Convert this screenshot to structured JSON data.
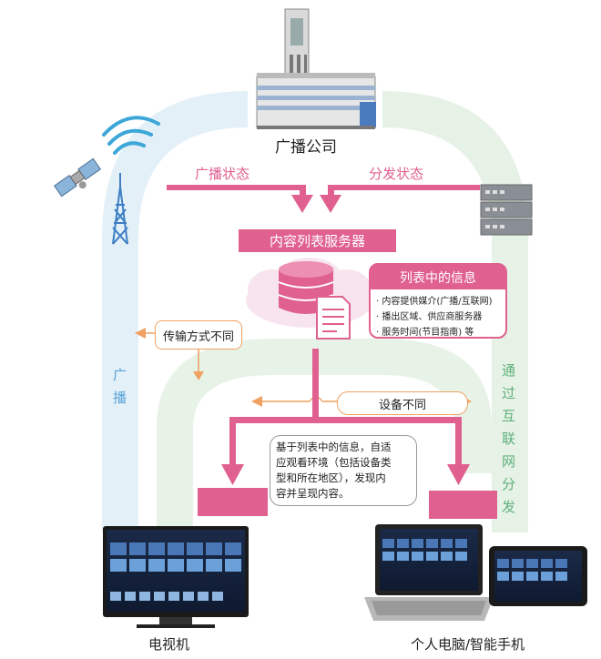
{
  "labels": {
    "broadcaster": "广播公司",
    "broadcast_status": "广播状态",
    "distribution_status": "分发状态",
    "server": "内容列表服务器",
    "info_title": "列表中的信息",
    "info_items": [
      "· 内容提供媒介(广播/互联网)",
      "· 播出区域、供应商服务器",
      "· 服务时间(节目指南) 等"
    ],
    "transmission_diff": "传输方式不同",
    "device_diff": "设备不同",
    "broadcast_vertical": [
      "广",
      "播"
    ],
    "internet_vertical": [
      "通",
      "过",
      "互",
      "联",
      "网",
      "分",
      "发"
    ],
    "callout_lines": [
      "基于列表中的信息，自适",
      "应观看环境（包括设备类",
      "型和所在地区），发现内",
      "容并呈现内容。"
    ],
    "tv": "电视机",
    "pc_phone": "个人电脑/智能手机"
  },
  "colors": {
    "pink": "#e0608f",
    "light_blue": "#e3f0f8",
    "light_green": "#e6f2e6",
    "orange": "#f0a060"
  },
  "icons": [
    "building-icon",
    "satellite-icon",
    "broadcast-tower-icon",
    "signal-waves-icon",
    "server-rack-icon",
    "database-icon",
    "document-icon",
    "tv-icon",
    "laptop-icon",
    "tablet-icon"
  ]
}
